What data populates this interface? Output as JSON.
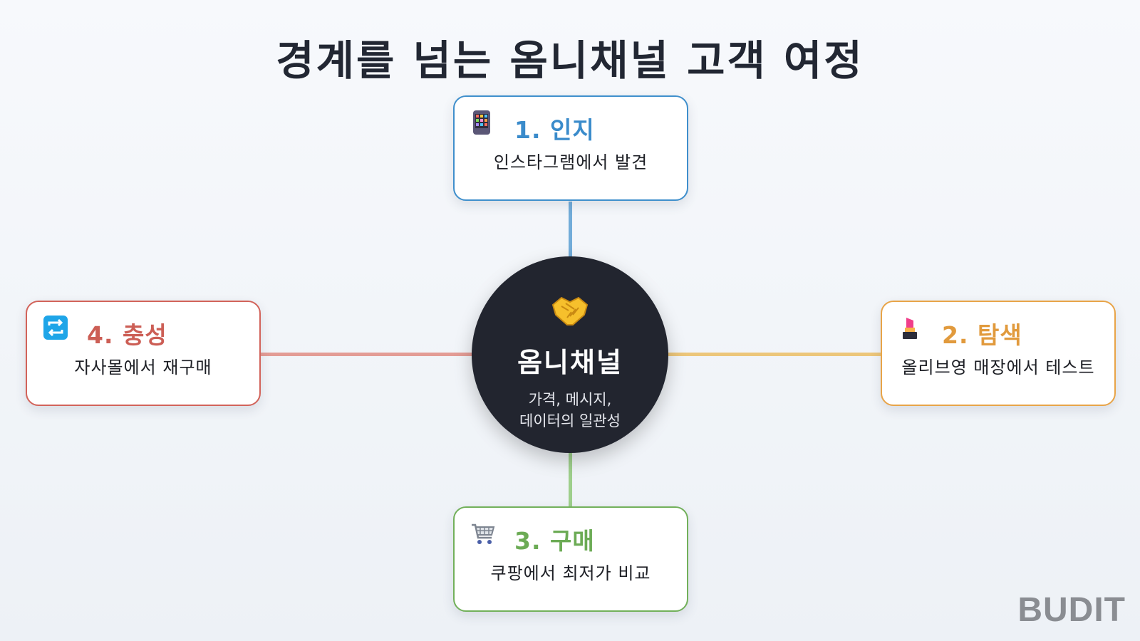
{
  "title": "경계를 넘는 옴니채널 고객 여정",
  "hub": {
    "icon": "handshake-icon",
    "title": "옴니채널",
    "subtitle_line1": "가격, 메시지,",
    "subtitle_line2": "데이터의 일관성"
  },
  "steps": [
    {
      "title": "1. 인지",
      "description": "인스타그램에서 발견",
      "icon": "mobile-app-icon",
      "color": "#3a8bcb"
    },
    {
      "title": "2. 탐색",
      "description": "올리브영 매장에서 테스트",
      "icon": "lipstick-icon",
      "color": "#e19a3d"
    },
    {
      "title": "3. 구매",
      "description": "쿠팡에서 최저가 비교",
      "icon": "shopping-cart-icon",
      "color": "#6cab55"
    },
    {
      "title": "4. 충성",
      "description": "자사몰에서 재구매",
      "icon": "repeat-icon",
      "color": "#cc5e55"
    }
  ],
  "brand": "BUDIT"
}
